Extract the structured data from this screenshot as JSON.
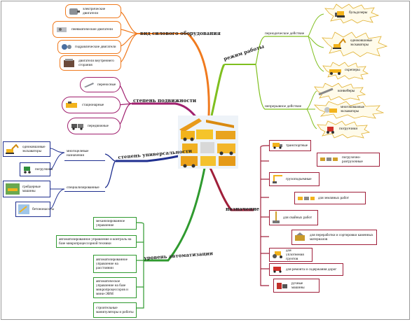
{
  "center": {
    "icon": "construction-machinery-collage"
  },
  "colors": {
    "power": "#f07a1e",
    "mode": "#7fbf1f",
    "mobility": "#a0206e",
    "universality": "#1f2f8f",
    "automation": "#2f9a2f",
    "purpose": "#a01f3a",
    "star_fill": "#fffbea",
    "star_border": "#e0b030"
  },
  "branches": {
    "power": {
      "title": "вид силового оборудования",
      "items": [
        {
          "label": "электрические двигатели",
          "icon": "electric-motor-icon"
        },
        {
          "label": "пневматические двигатели",
          "icon": "pneumatic-motor-icon"
        },
        {
          "label": "гидравлические двигатели",
          "icon": "hydraulic-motor-icon"
        },
        {
          "label": "двигатели внутреннего сгорания",
          "icon": "combustion-engine-icon"
        }
      ]
    },
    "mode": {
      "title": "режим работы",
      "periodic": {
        "label": "периодическое действие",
        "items": [
          {
            "label": "бульдозеры",
            "icon": "bulldozer-icon"
          },
          {
            "label": "одноковшовые экскаваторы",
            "icon": "excavator-icon"
          },
          {
            "label": "скреперы",
            "icon": "scraper-icon"
          }
        ]
      },
      "continuous": {
        "label": "непрерывное действие",
        "items": [
          {
            "label": "конвейеры",
            "icon": "conveyor-icon"
          },
          {
            "label": "многоковшовые экскаваторы",
            "icon": "bucket-wheel-excavator-icon"
          },
          {
            "label": "погрузчики",
            "icon": "loader-icon"
          }
        ]
      }
    },
    "mobility": {
      "title": "степень подвижности",
      "items": [
        {
          "label": "переносные",
          "icon": "portable-tool-icon"
        },
        {
          "label": "стационарные",
          "icon": "stationary-machine-icon"
        },
        {
          "label": "передвижные",
          "icon": "mobile-machine-icon"
        }
      ]
    },
    "universality": {
      "title": "степень универсальности",
      "multi": {
        "label": "многоцелевые назначения",
        "items": [
          {
            "label": "одноковшовые экскаваторы",
            "icon": "excavator-icon"
          },
          {
            "label": "погрузчики",
            "icon": "loader-icon"
          }
        ]
      },
      "special": {
        "label": "специализированные",
        "items": [
          {
            "label": "грейдерные машины",
            "icon": "grader-icon"
          },
          {
            "label": "бетононасосы",
            "icon": "concrete-pump-icon"
          }
        ]
      }
    },
    "automation": {
      "title": "уровень автоматизации",
      "items": [
        {
          "label": "механизированное управление"
        },
        {
          "label": "автоматизированное управление и контроль на базе микропроцессорной техники"
        },
        {
          "label": "автоматизированное управление на расстоянии"
        },
        {
          "label": "автоматическое управление на базе микропроцессоров и мини-ЭВМ"
        },
        {
          "label": "строительные манипуляторы и роботы"
        }
      ]
    },
    "purpose": {
      "title": "назначение",
      "items": [
        {
          "label": "транспортные",
          "icon": "truck-icon"
        },
        {
          "label": "погрузочно-разгрузочные",
          "icon": "loading-machines-icon"
        },
        {
          "label": "грузоподъемные",
          "icon": "crane-icon"
        },
        {
          "label": "для земляных работ",
          "icon": "earthmoving-icon"
        },
        {
          "label": "для свайных работ",
          "icon": "pile-driver-icon"
        },
        {
          "label": "для переработки и сортировки каменных материалов",
          "icon": "crusher-icon"
        },
        {
          "label": "для уплотнения грунтов",
          "icon": "roller-icon"
        },
        {
          "label": "для ремонта и содержания дорог",
          "icon": "road-repair-icon"
        },
        {
          "label": "ручные машины",
          "icon": "hand-tools-icon"
        }
      ]
    }
  }
}
